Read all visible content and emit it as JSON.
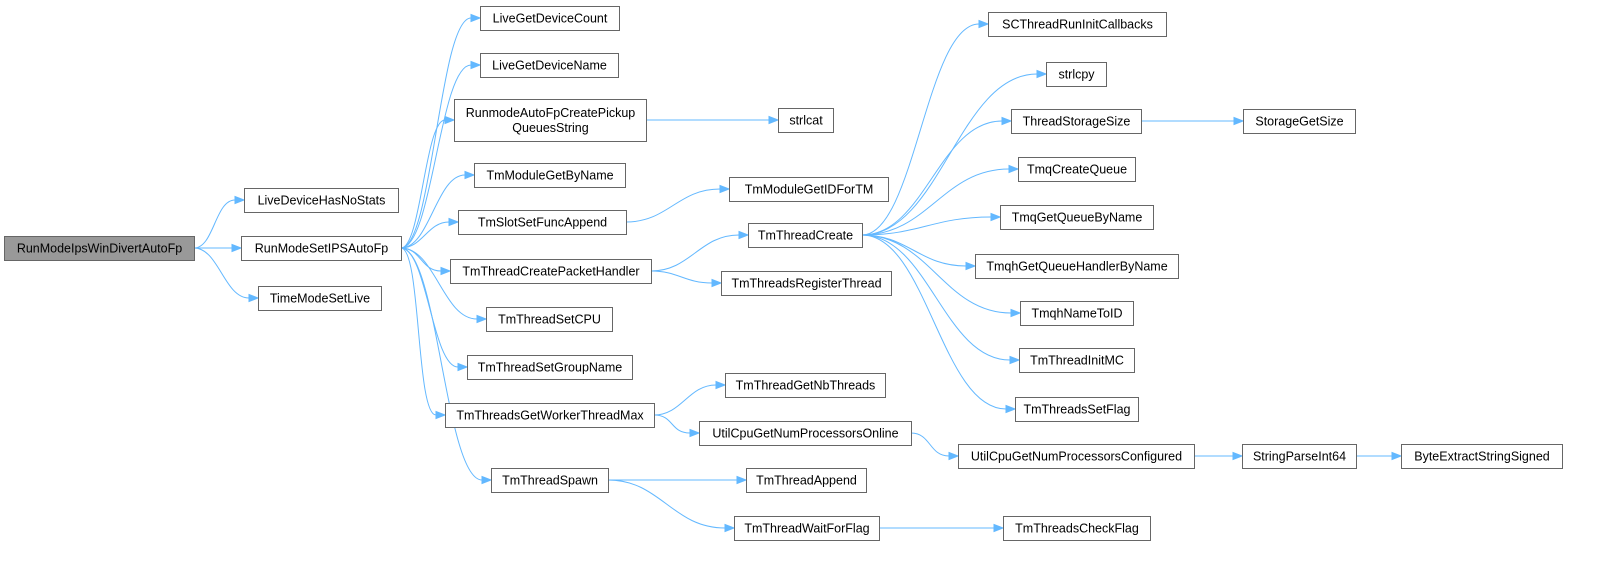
{
  "diagram": {
    "root": "n0",
    "nodes": [
      {
        "id": "n0",
        "lines": [
          "RunModeIpsWinDivertAutoFp"
        ],
        "root": true
      },
      {
        "id": "n1",
        "lines": [
          "LiveDeviceHasNoStats"
        ]
      },
      {
        "id": "n2",
        "lines": [
          "RunModeSetIPSAutoFp"
        ]
      },
      {
        "id": "n3",
        "lines": [
          "TimeModeSetLive"
        ]
      },
      {
        "id": "n4",
        "lines": [
          "LiveGetDeviceCount"
        ]
      },
      {
        "id": "n5",
        "lines": [
          "LiveGetDeviceName"
        ]
      },
      {
        "id": "n6",
        "lines": [
          "RunmodeAutoFpCreatePickup",
          "QueuesString"
        ]
      },
      {
        "id": "n7",
        "lines": [
          "TmModuleGetByName"
        ]
      },
      {
        "id": "n8",
        "lines": [
          "TmSlotSetFuncAppend"
        ]
      },
      {
        "id": "n9",
        "lines": [
          "TmThreadCreatePacketHandler"
        ]
      },
      {
        "id": "n10",
        "lines": [
          "TmThreadSetCPU"
        ]
      },
      {
        "id": "n11",
        "lines": [
          "TmThreadSetGroupName"
        ]
      },
      {
        "id": "n12",
        "lines": [
          "TmThreadsGetWorkerThreadMax"
        ]
      },
      {
        "id": "n13",
        "lines": [
          "TmThreadSpawn"
        ]
      },
      {
        "id": "n14",
        "lines": [
          "strlcat"
        ]
      },
      {
        "id": "n15",
        "lines": [
          "TmModuleGetIDForTM"
        ]
      },
      {
        "id": "n16",
        "lines": [
          "TmThreadCreate"
        ]
      },
      {
        "id": "n17",
        "lines": [
          "TmThreadsRegisterThread"
        ]
      },
      {
        "id": "n18",
        "lines": [
          "TmThreadGetNbThreads"
        ]
      },
      {
        "id": "n19",
        "lines": [
          "UtilCpuGetNumProcessorsOnline"
        ]
      },
      {
        "id": "n20",
        "lines": [
          "TmThreadAppend"
        ]
      },
      {
        "id": "n21",
        "lines": [
          "TmThreadWaitForFlag"
        ]
      },
      {
        "id": "n22",
        "lines": [
          "SCThreadRunInitCallbacks"
        ]
      },
      {
        "id": "n23",
        "lines": [
          "strlcpy"
        ]
      },
      {
        "id": "n24",
        "lines": [
          "ThreadStorageSize"
        ]
      },
      {
        "id": "n25",
        "lines": [
          "TmqCreateQueue"
        ]
      },
      {
        "id": "n26",
        "lines": [
          "TmqGetQueueByName"
        ]
      },
      {
        "id": "n27",
        "lines": [
          "TmqhGetQueueHandlerByName"
        ]
      },
      {
        "id": "n28",
        "lines": [
          "TmqhNameToID"
        ]
      },
      {
        "id": "n29",
        "lines": [
          "TmThreadInitMC"
        ]
      },
      {
        "id": "n30",
        "lines": [
          "TmThreadsSetFlag"
        ]
      },
      {
        "id": "n31",
        "lines": [
          "UtilCpuGetNumProcessorsConfigured"
        ]
      },
      {
        "id": "n32",
        "lines": [
          "TmThreadsCheckFlag"
        ]
      },
      {
        "id": "n33",
        "lines": [
          "StorageGetSize"
        ]
      },
      {
        "id": "n34",
        "lines": [
          "StringParseInt64"
        ]
      },
      {
        "id": "n35",
        "lines": [
          "ByteExtractStringSigned"
        ]
      }
    ],
    "edges": [
      [
        "n0",
        "n1"
      ],
      [
        "n0",
        "n2"
      ],
      [
        "n0",
        "n3"
      ],
      [
        "n2",
        "n4"
      ],
      [
        "n2",
        "n5"
      ],
      [
        "n2",
        "n6"
      ],
      [
        "n2",
        "n7"
      ],
      [
        "n2",
        "n8"
      ],
      [
        "n2",
        "n9"
      ],
      [
        "n2",
        "n10"
      ],
      [
        "n2",
        "n11"
      ],
      [
        "n2",
        "n12"
      ],
      [
        "n2",
        "n13"
      ],
      [
        "n6",
        "n14"
      ],
      [
        "n8",
        "n15"
      ],
      [
        "n9",
        "n16"
      ],
      [
        "n9",
        "n17"
      ],
      [
        "n12",
        "n18"
      ],
      [
        "n12",
        "n19"
      ],
      [
        "n13",
        "n20"
      ],
      [
        "n13",
        "n21"
      ],
      [
        "n16",
        "n22"
      ],
      [
        "n16",
        "n23"
      ],
      [
        "n16",
        "n24"
      ],
      [
        "n16",
        "n25"
      ],
      [
        "n16",
        "n26"
      ],
      [
        "n16",
        "n27"
      ],
      [
        "n16",
        "n28"
      ],
      [
        "n16",
        "n29"
      ],
      [
        "n16",
        "n30"
      ],
      [
        "n19",
        "n31"
      ],
      [
        "n21",
        "n32"
      ],
      [
        "n24",
        "n33"
      ],
      [
        "n31",
        "n34"
      ],
      [
        "n34",
        "n35"
      ]
    ],
    "colors": {
      "edge": "#63b8ff",
      "node_border": "#666666",
      "root_fill": "#999999",
      "node_fill": "#ffffff"
    }
  }
}
